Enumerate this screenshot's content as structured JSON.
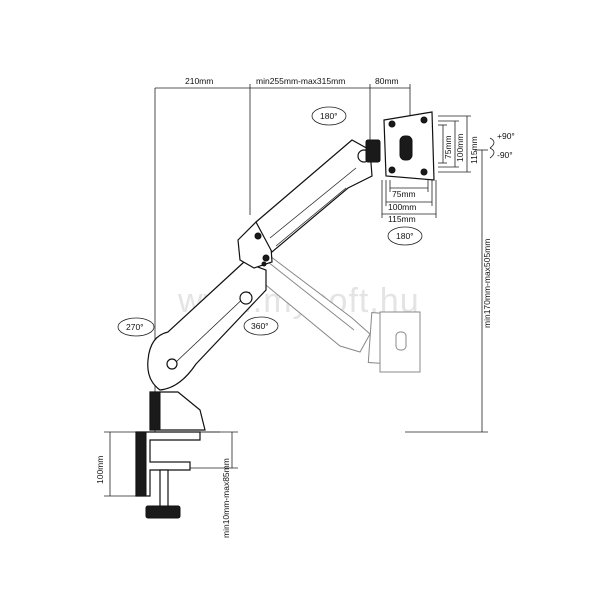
{
  "watermark": "www.mysoft.hu",
  "dimensions": {
    "base_offset": "210mm",
    "arm_reach": "min255mm-max315mm",
    "head_offset": "80mm",
    "height_range": "min170mm-max505mm",
    "clamp_height": "100mm",
    "desk_thickness": "min10mm-max85mm",
    "vesa_h_75": "75mm",
    "vesa_h_100": "100mm",
    "vesa_h_115": "115mm",
    "vesa_v_75": "75mm",
    "vesa_v_100": "100mm",
    "vesa_v_115": "115mm"
  },
  "rotations": {
    "top_swivel": "180°",
    "bottom_swivel": "180°",
    "arm_rotation": "360°",
    "base_rotation": "270°",
    "tilt_up": "+90°",
    "tilt_down": "-90°"
  },
  "colors": {
    "line": "#222222",
    "watermark": "#e4e4e4",
    "accent": "#111111"
  }
}
